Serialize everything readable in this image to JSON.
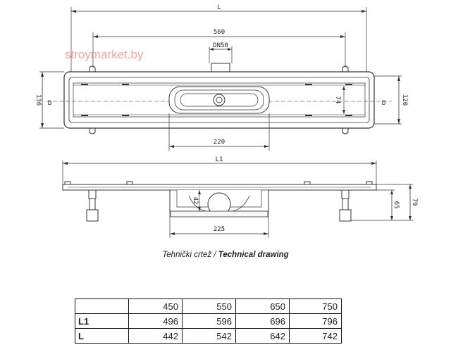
{
  "watermark": "stroymarket.by",
  "top_view": {
    "dim_L": "L",
    "dim_560": "560",
    "dim_DN50": "DN50",
    "dim_136": "136",
    "dim_74": "74",
    "dim_120": "120",
    "dim_220": "220"
  },
  "side_view": {
    "dim_L1": "L1",
    "dim_42": "42",
    "dim_65": "65",
    "dim_79": "79",
    "dim_225": "225"
  },
  "caption": {
    "local": "Tehnički crtež / ",
    "english": "Technical drawing"
  },
  "table": {
    "header": [
      "",
      "450",
      "550",
      "650",
      "750"
    ],
    "rows": [
      {
        "label": "L1",
        "values": [
          "496",
          "596",
          "696",
          "796"
        ]
      },
      {
        "label": "L",
        "values": [
          "442",
          "542",
          "642",
          "742"
        ]
      }
    ]
  }
}
